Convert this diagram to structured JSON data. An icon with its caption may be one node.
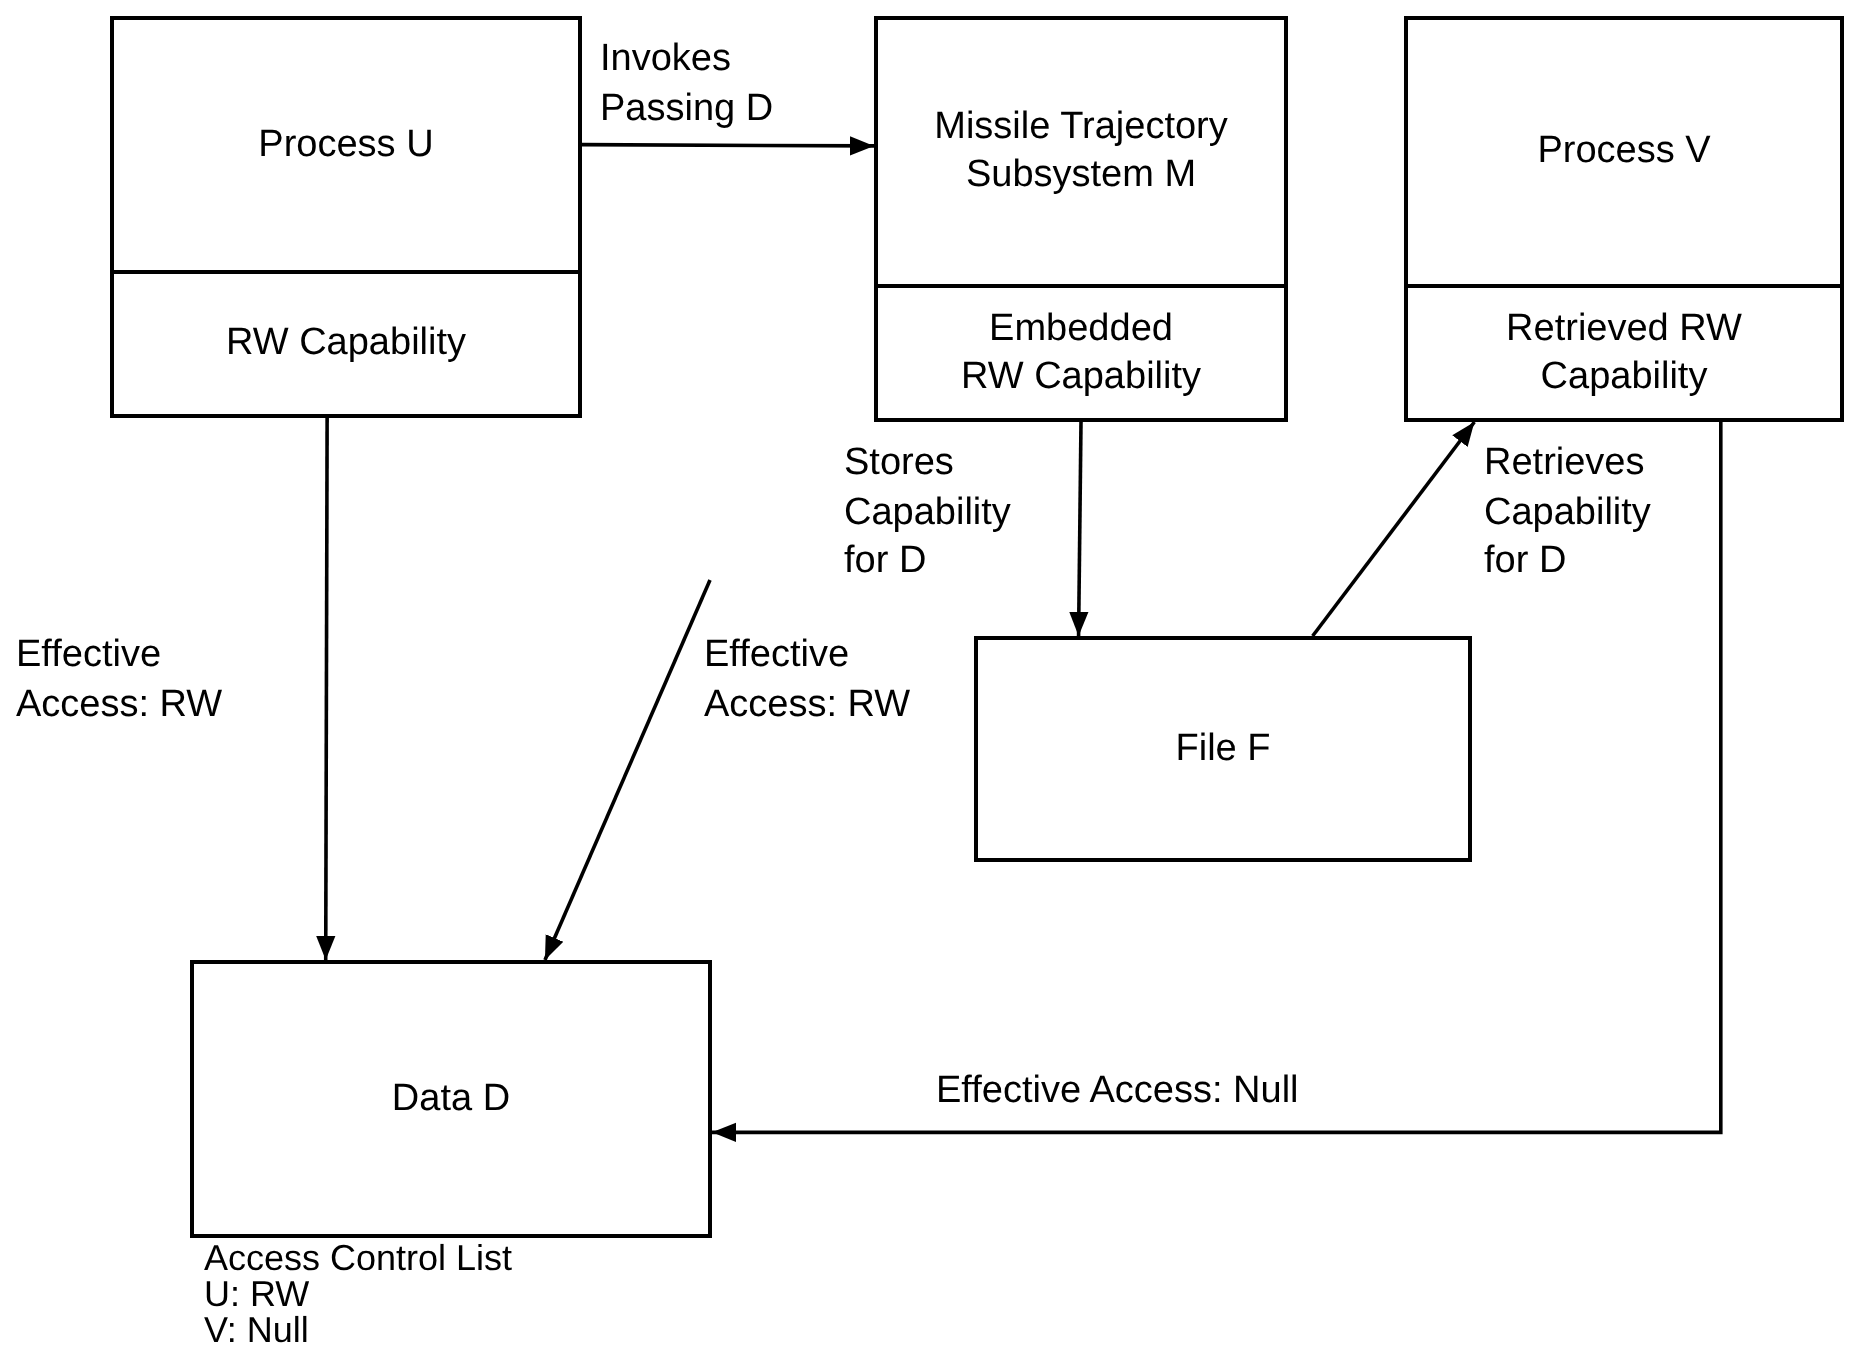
{
  "diagram": {
    "nodes": [
      {
        "text": [
          "Process U",
          "RW Capability"
        ]
      },
      {
        "text": [
          "Missile Trajectory Subsystem M",
          "Embedded RW Capability"
        ]
      },
      {
        "text": [
          "Process V",
          "Retrieved RW Capability"
        ]
      },
      {
        "text": [
          "File F"
        ]
      },
      {
        "text": [
          "Data D"
        ],
        "beside": [
          "Access Control List",
          "U: RW",
          "V: Null"
        ]
      }
    ],
    "edges": [
      {
        "from": 0,
        "to": 1,
        "arrow": "to",
        "label": "Invokes Passing D"
      },
      {
        "from": 0,
        "to": 4,
        "arrow": "to",
        "label": "Effective Access: RW"
      },
      {
        "from": null,
        "to": 4,
        "arrow": "to",
        "label": "Effective Access: RW"
      },
      {
        "from": 1,
        "to": 3,
        "arrow": "to",
        "label": "Stores Capability for D"
      },
      {
        "from": 3,
        "to": 2,
        "arrow": "to",
        "label": "Retrieves Capability for D"
      },
      {
        "from": 2,
        "to": 4,
        "arrow": "to",
        "label": "Effective Access: Null"
      }
    ]
  }
}
